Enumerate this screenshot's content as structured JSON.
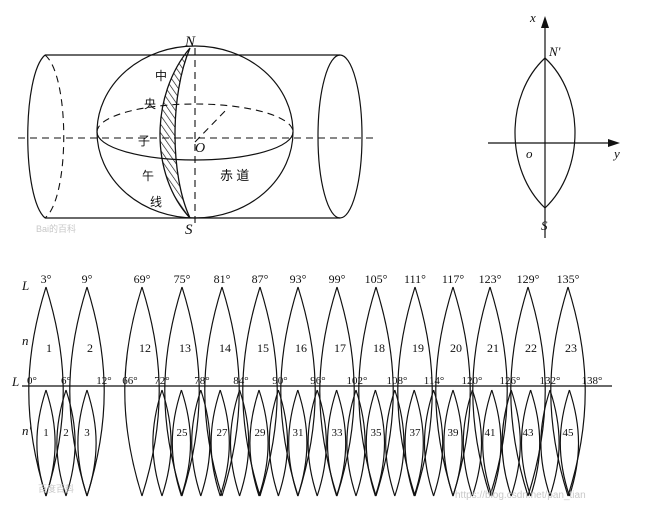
{
  "cylinder_figure": {
    "north_label": "N",
    "south_label": "S",
    "center_label": "O",
    "meridian_chars": [
      "中",
      "央",
      "子",
      "午",
      "线"
    ],
    "equator_text": "赤 道"
  },
  "axes_figure": {
    "x_label": "x",
    "y_label": "y",
    "origin_label": "o",
    "north_prime_label": "N'",
    "south_label": "S"
  },
  "strip_figure": {
    "row_label_L_top": "L",
    "row_label_n": "n",
    "row_label_L_mid": "L",
    "row_label_n_prime": "n'",
    "six_degree": {
      "central_meridians": [
        "3°",
        "9°",
        "69°",
        "75°",
        "81°",
        "87°",
        "93°",
        "99°",
        "105°",
        "111°",
        "117°",
        "123°",
        "129°",
        "135°"
      ],
      "zone_numbers": [
        "1",
        "2",
        "12",
        "13",
        "14",
        "15",
        "16",
        "17",
        "18",
        "19",
        "20",
        "21",
        "22",
        "23"
      ]
    },
    "boundary_longitudes": [
      "0°",
      "6°",
      "12°",
      "66°",
      "72°",
      "78°",
      "84°",
      "90°",
      "96°",
      "102°",
      "108°",
      "114°",
      "120°",
      "126°",
      "132°",
      "138°"
    ],
    "three_degree": {
      "zone_numbers_left": [
        "1",
        "2",
        "3"
      ],
      "zone_numbers_right": [
        "25",
        "27",
        "29",
        "31",
        "33",
        "35",
        "37",
        "39",
        "41",
        "43",
        "45"
      ]
    }
  },
  "watermarks": {
    "top_left": "Bai的百科",
    "bottom_left": "百度百科",
    "bottom_right": "https://blog.csdn.net/pan_tian"
  }
}
